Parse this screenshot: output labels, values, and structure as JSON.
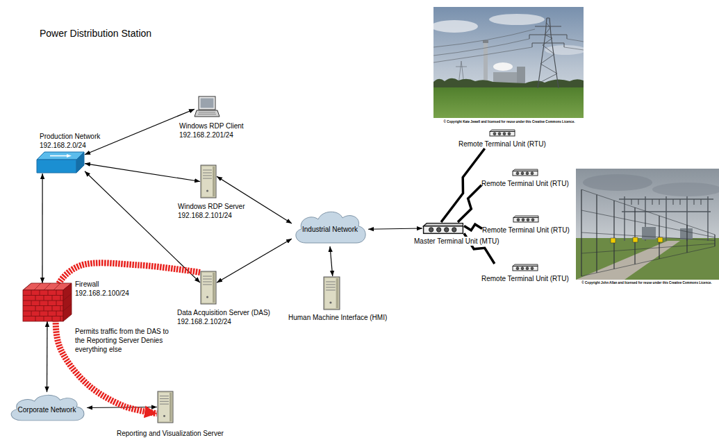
{
  "diagram": {
    "title": "Power Distribution Station",
    "nodes": [
      {
        "text": [
          "Production Network 192.168.2.0/24"
        ]
      },
      {
        "text": [
          "Windows RDP Client 192.168.2.201/24"
        ]
      },
      {
        "text": [
          "Windows RDP Server 192.168.2.101/24"
        ]
      },
      {
        "text": [
          "Data Acquisition Server (DAS) 192.168.2.102/24"
        ]
      },
      {
        "text": [
          "Firewall 192.168.2.100/24",
          "Permits traffic from the DAS to the Reporting Server Denies everything else"
        ]
      },
      {
        "text": [
          "Corporate Network"
        ]
      },
      {
        "text": [
          "Reporting and Visualization Server"
        ]
      },
      {
        "text": [
          "Industrial Network"
        ]
      },
      {
        "text": [
          "Human Machine Interface (HMI)"
        ]
      },
      {
        "text": [
          "Master Terminal Unit (MTU)"
        ]
      },
      {
        "text": [
          "Remote Terminal Unit (RTU)"
        ]
      },
      {
        "text": [
          "Remote Terminal Unit (RTU)"
        ]
      },
      {
        "text": [
          "Remote Terminal Unit (RTU)"
        ]
      },
      {
        "text": [
          "Remote Terminal Unit (RTU)"
        ]
      }
    ],
    "edges": [
      {
        "from": 0,
        "to": 1,
        "arrow": "both"
      },
      {
        "from": 0,
        "to": 2,
        "arrow": "both"
      },
      {
        "from": 0,
        "to": 3,
        "arrow": "both"
      },
      {
        "from": 0,
        "to": 4,
        "arrow": "both"
      },
      {
        "from": 2,
        "to": 7,
        "arrow": "both"
      },
      {
        "from": 3,
        "to": 7,
        "arrow": "both"
      },
      {
        "from": 7,
        "to": 9,
        "arrow": "both"
      },
      {
        "from": 7,
        "to": 8,
        "arrow": "both"
      },
      {
        "from": 4,
        "to": 5,
        "arrow": "both"
      },
      {
        "from": 5,
        "to": 6,
        "arrow": "both"
      },
      {
        "from": 9,
        "to": 10,
        "arrow": "none"
      },
      {
        "from": 9,
        "to": 11,
        "arrow": "none"
      },
      {
        "from": 9,
        "to": 12,
        "arrow": "none"
      },
      {
        "from": 9,
        "to": 13,
        "arrow": "none"
      },
      {
        "from": 3,
        "to": 6,
        "arrow": "to"
      }
    ],
    "labels": [
      "© Copyright Kate Jewell and licensed for reuse under this Creative Commons Licence.",
      "© Copyright John Allan and licensed for reuse under this Creative Commons Licence."
    ]
  }
}
